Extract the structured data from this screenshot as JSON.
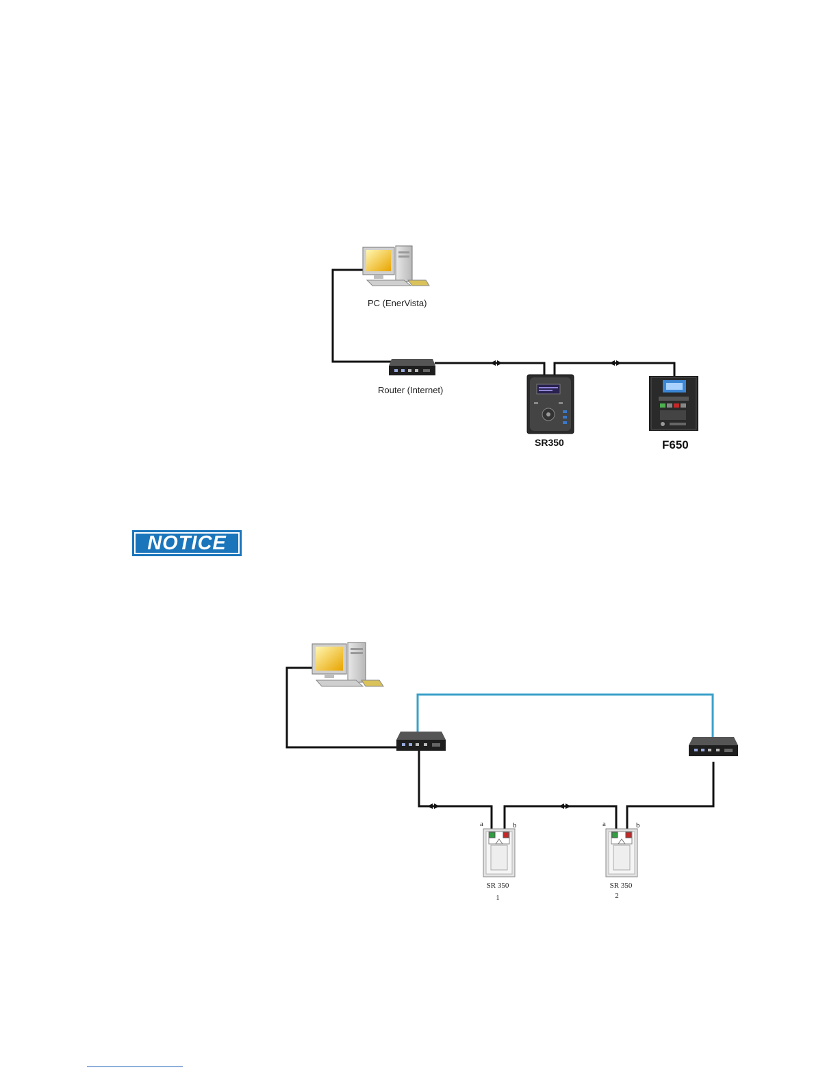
{
  "diagram1": {
    "pc_label": "PC (EnerVista)",
    "router_label": "Router (Internet)",
    "relay1_label": "SR350",
    "relay2_label": "F650"
  },
  "notice": {
    "label": "NOTICE"
  },
  "diagram2": {
    "port_a_1": "a",
    "port_b_1": "b",
    "port_a_2": "a",
    "port_b_2": "b",
    "unit1_label": "SR 350",
    "unit1_number": "1",
    "unit2_label": "SR 350",
    "unit2_number": "2"
  },
  "colors": {
    "ring_link": "#3aa0c8",
    "notice_bg": "#1a75bb",
    "port_green": "#2e9e3e",
    "port_red": "#c62828"
  }
}
